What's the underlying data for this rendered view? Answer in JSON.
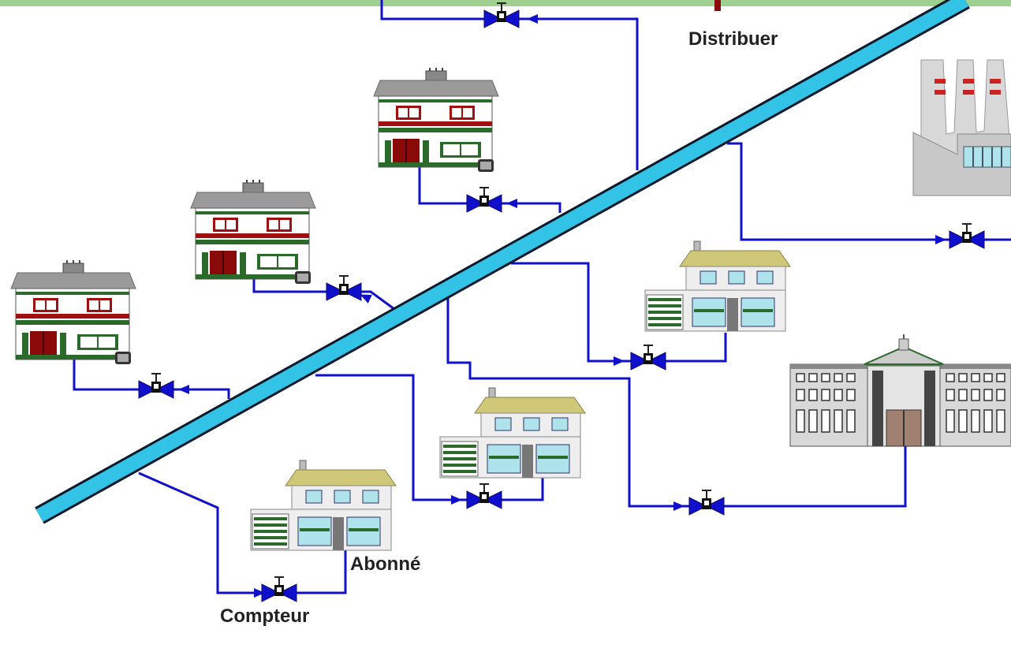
{
  "labels": {
    "distributor": "Distribuer",
    "subscriber": "Abonné",
    "meter": "Compteur"
  },
  "colors": {
    "main_pipe": "#33c3e6",
    "main_pipe_outline": "#0a1a2a",
    "service_line": "#1010cc",
    "valve": "#1010cc",
    "top_band": "#9fd08f",
    "roof_townhouse": "#9a9a9a",
    "brick_trim": "#a01010",
    "green_trim": "#2c6a2c",
    "roof_tile": "#cfc878",
    "industrial_gray": "#c8c8c8",
    "chimney_stripe": "#cc2222",
    "window_cyan": "#aee3ec"
  },
  "icons": [
    "townhouse-icon",
    "suburban-house-icon",
    "factory-icon",
    "public-building-icon",
    "valve-meter-icon",
    "flow-arrow-icon"
  ]
}
